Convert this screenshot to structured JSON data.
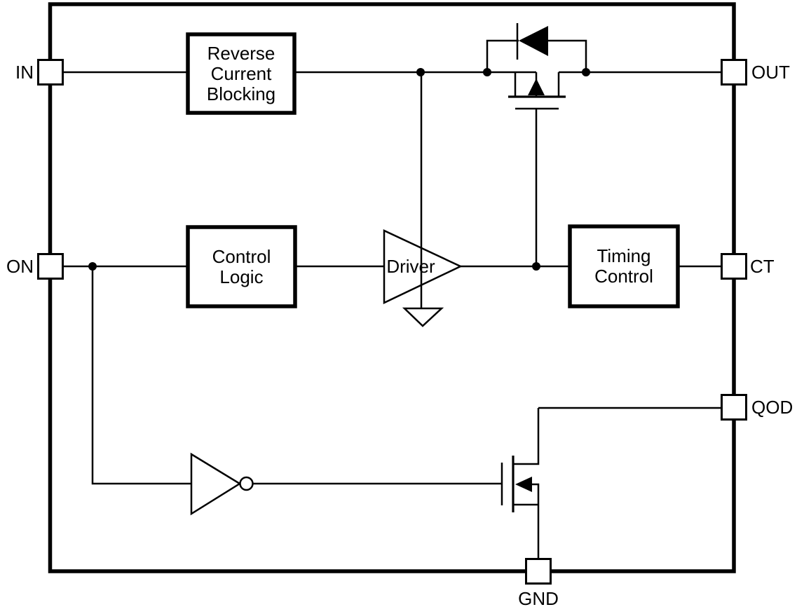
{
  "diagram": {
    "type": "functional-block-diagram",
    "colors": {
      "line": "#000000",
      "background": "#ffffff",
      "block_fill": "#ffffff"
    },
    "pins": {
      "in": {
        "label": "IN"
      },
      "on": {
        "label": "ON"
      },
      "out": {
        "label": "OUT"
      },
      "ct": {
        "label": "CT"
      },
      "qod": {
        "label": "QOD"
      },
      "gnd": {
        "label": "GND"
      }
    },
    "blocks": {
      "reverse_current_blocking": {
        "lines": [
          "Reverse",
          "Current",
          "Blocking"
        ]
      },
      "control_logic": {
        "lines": [
          "Control",
          "Logic"
        ]
      },
      "timing_control": {
        "lines": [
          "Timing",
          "Control"
        ]
      },
      "driver": {
        "label": "Driver"
      }
    }
  }
}
